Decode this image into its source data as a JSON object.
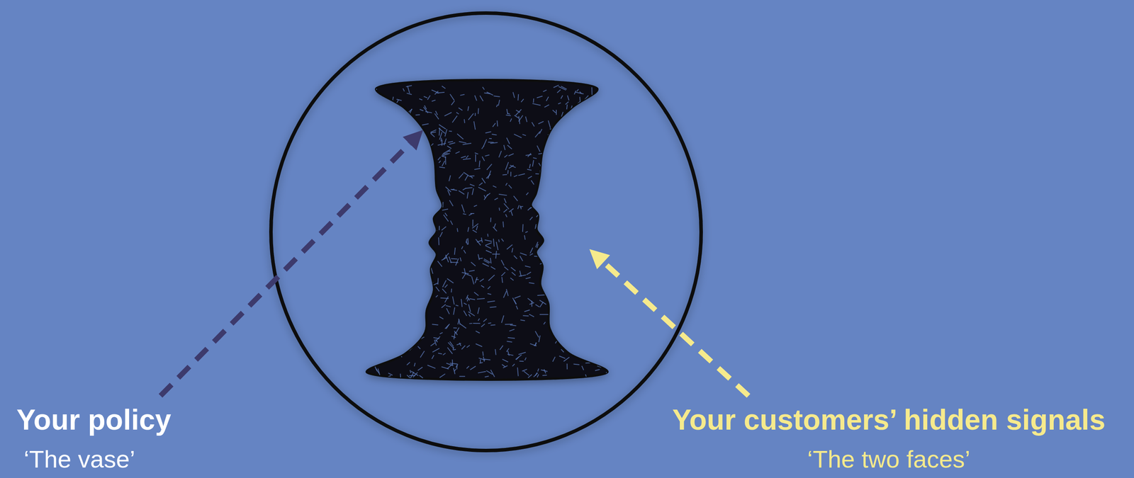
{
  "diagram": {
    "labels": [
      "Your policy",
      "‘The vase’",
      "Your customers’ hidden signals",
      "‘The two faces’"
    ]
  }
}
